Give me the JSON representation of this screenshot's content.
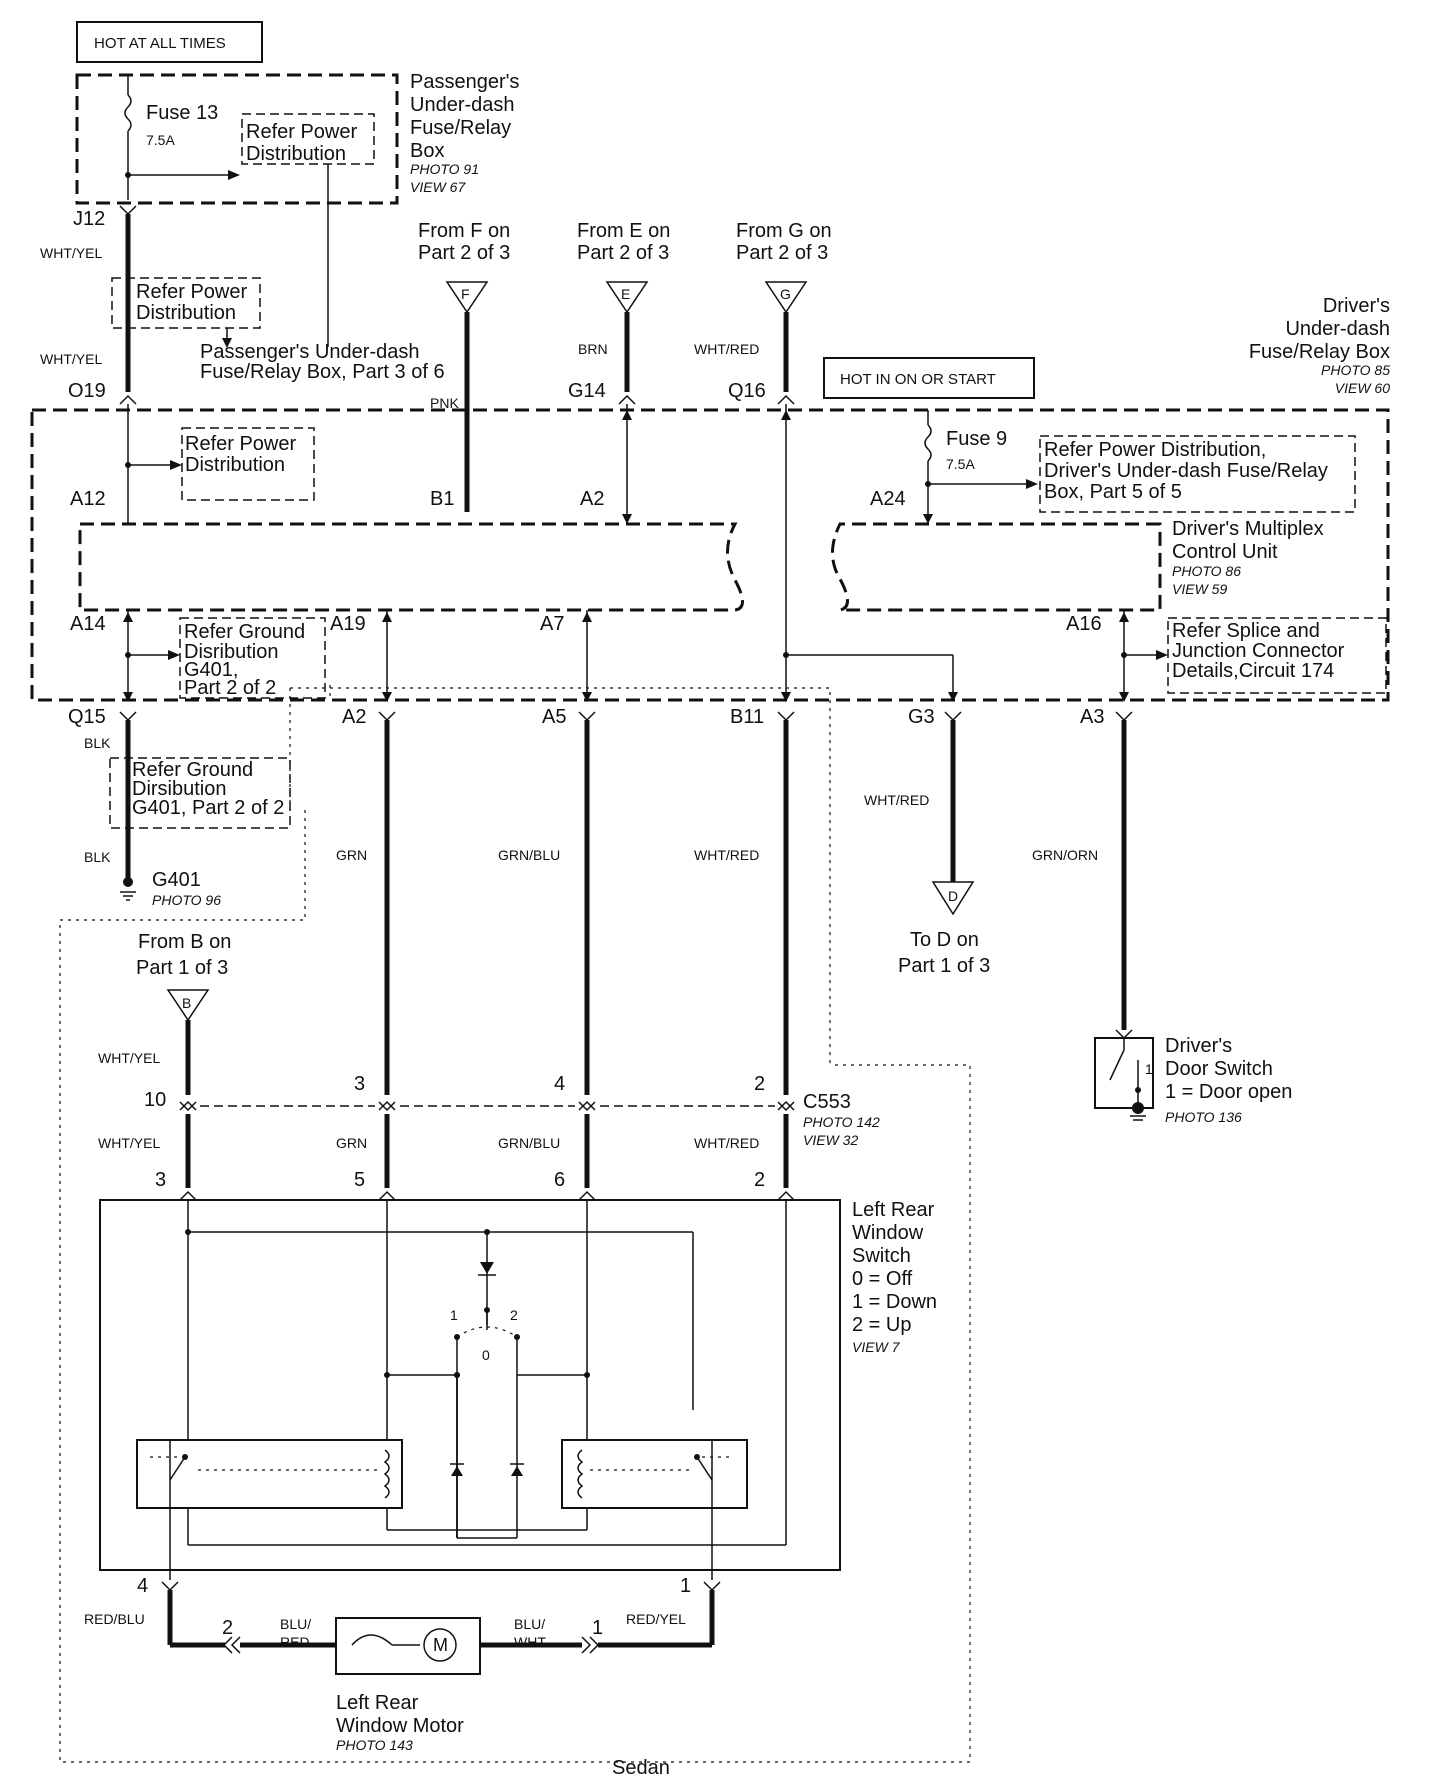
{
  "hot_at_all_times": "HOT AT ALL TIMES",
  "hot_in_on": "HOT IN ON OR START",
  "passenger_box": {
    "name": [
      "Passenger's",
      "Under-dash",
      "Fuse/Relay",
      "Box"
    ],
    "photo": "PHOTO 91",
    "view": "VIEW 67",
    "fuse": "Fuse 13",
    "amps": "7.5A",
    "refer": [
      "Refer Power",
      "Distribution"
    ]
  },
  "driver_box": {
    "name": [
      "Driver's",
      "Under-dash",
      "Fuse/Relay Box"
    ],
    "photo": "PHOTO 85",
    "view": "VIEW 60",
    "fuse": "Fuse 9",
    "amps": "7.5A",
    "refer": [
      "Refer Power Distribution,",
      "Driver's Under-dash Fuse/Relay",
      "Box, Part 5 of 5"
    ]
  },
  "mcu": {
    "name": [
      "Driver's Multiplex",
      "Control Unit"
    ],
    "photo": "PHOTO 86",
    "view": "VIEW 59"
  },
  "refer_power_1": [
    "Refer Power",
    "Distribution"
  ],
  "refer_power_2": [
    "Refer Power",
    "Distribution"
  ],
  "passenger_part3": [
    "Passenger's Under-dash",
    "Fuse/Relay Box, Part 3 of 6"
  ],
  "refer_ground_1": [
    "Refer Ground",
    "Disribution",
    "G401,",
    "Part 2 of 2"
  ],
  "refer_ground_2": [
    "Refer Ground",
    "Dirsibution",
    "G401, Part 2 of 2"
  ],
  "refer_splice": [
    "Refer Splice and",
    "Junction Connector",
    "Details,Circuit 174"
  ],
  "from_f": [
    "From F on",
    "Part 2 of 3"
  ],
  "from_e": [
    "From E on",
    "Part 2 of 3"
  ],
  "from_g": [
    "From G on",
    "Part 2 of 3"
  ],
  "from_b": [
    "From B on",
    "Part 1 of 3"
  ],
  "to_d": [
    "To D on",
    "Part 1 of 3"
  ],
  "tri_labels": {
    "f": "F",
    "e": "E",
    "g": "G",
    "b": "B",
    "d": "D"
  },
  "pins": {
    "j12": "J12",
    "o19": "O19",
    "g14": "G14",
    "q16": "Q16",
    "a12": "A12",
    "b1": "B1",
    "a2_top": "A2",
    "a24": "A24",
    "a14": "A14",
    "a19": "A19",
    "a7": "A7",
    "a16": "A16",
    "q15": "Q15",
    "a2_bot": "A2",
    "a5": "A5",
    "b11": "B11",
    "g3": "G3",
    "a3": "A3"
  },
  "wires": {
    "wht_yel_1": "WHT/YEL",
    "wht_yel_2": "WHT/YEL",
    "pnk": "PNK",
    "brn": "BRN",
    "wht_red_top": "WHT/RED",
    "blk_1": "BLK",
    "blk_2": "BLK",
    "grn": "GRN",
    "grn_blu": "GRN/BLU",
    "wht_red_mid": "WHT/RED",
    "wht_red_g3": "WHT/RED",
    "grn_orn": "GRN/ORN",
    "wht_yel_b": "WHT/YEL",
    "wht_yel_sw": "WHT/YEL",
    "grn_sw": "GRN",
    "grn_blu_sw": "GRN/BLU",
    "wht_red_sw": "WHT/RED",
    "red_blu": "RED/BLU",
    "red_yel": "RED/YEL",
    "blu_red": [
      "BLU/",
      "RED"
    ],
    "blu_wht": [
      "BLU/",
      "WHT"
    ]
  },
  "ground": {
    "name": "G401",
    "photo": "PHOTO 96"
  },
  "door_switch": {
    "name": [
      "Driver's",
      "Door Switch",
      "1 = Door open"
    ],
    "photo": "PHOTO 136",
    "pin": "1"
  },
  "connector": {
    "name": "C553",
    "photo": "PHOTO 142",
    "view": "VIEW 32",
    "pins_top": [
      "10",
      "3",
      "4",
      "2"
    ],
    "pins_sw": [
      "3",
      "5",
      "6",
      "2"
    ]
  },
  "window_switch": {
    "name": [
      "Left Rear",
      "Window",
      "Switch"
    ],
    "positions": [
      "0 = Off",
      "1 = Down",
      "2 = Up"
    ],
    "view": "VIEW 7",
    "pos_labels": [
      "1",
      "2",
      "0"
    ],
    "out_pins": [
      "4",
      "1"
    ]
  },
  "motor": {
    "name": [
      "Left Rear",
      "Window Motor"
    ],
    "photo": "PHOTO 143",
    "pins": [
      "2",
      "1"
    ],
    "symbol": "M"
  },
  "sedan": "Sedan"
}
